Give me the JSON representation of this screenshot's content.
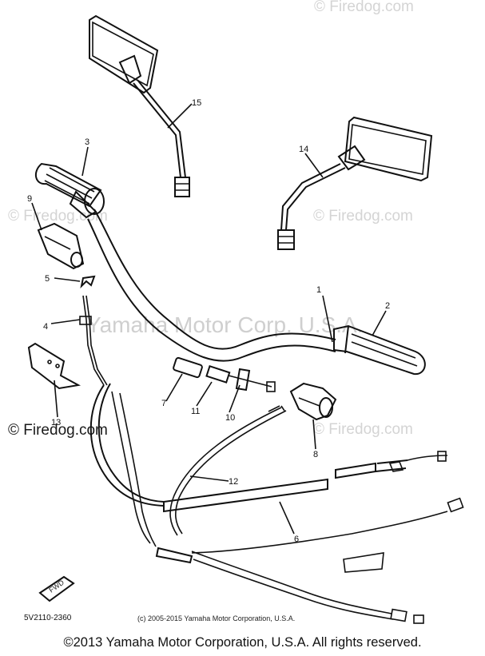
{
  "watermarks": {
    "top_right": "© Firedog.com",
    "left_mid": "© Firedog.com",
    "right_mid": "© Firedog.com",
    "right_lower": "© Firedog.com",
    "left_lower": "© Firedog.com",
    "yamaha": "Yamaha Motor Corp. U.S.A."
  },
  "callouts": {
    "c1": "1",
    "c2": "2",
    "c3": "3",
    "c4": "4",
    "c5": "5",
    "c6": "6",
    "c7": "7",
    "c8": "8",
    "c9": "9",
    "c10": "10",
    "c11": "11",
    "c12": "12",
    "c13": "13",
    "c14": "14",
    "c15": "15"
  },
  "diagram_code": "5V2110-2360",
  "fwd_tag": "FWD",
  "small_copyright": "(c) 2005-2015 Yamaha Motor Corporation, U.S.A.",
  "footer_copyright": "©2013 Yamaha Motor Corporation, U.S.A. All rights reserved."
}
